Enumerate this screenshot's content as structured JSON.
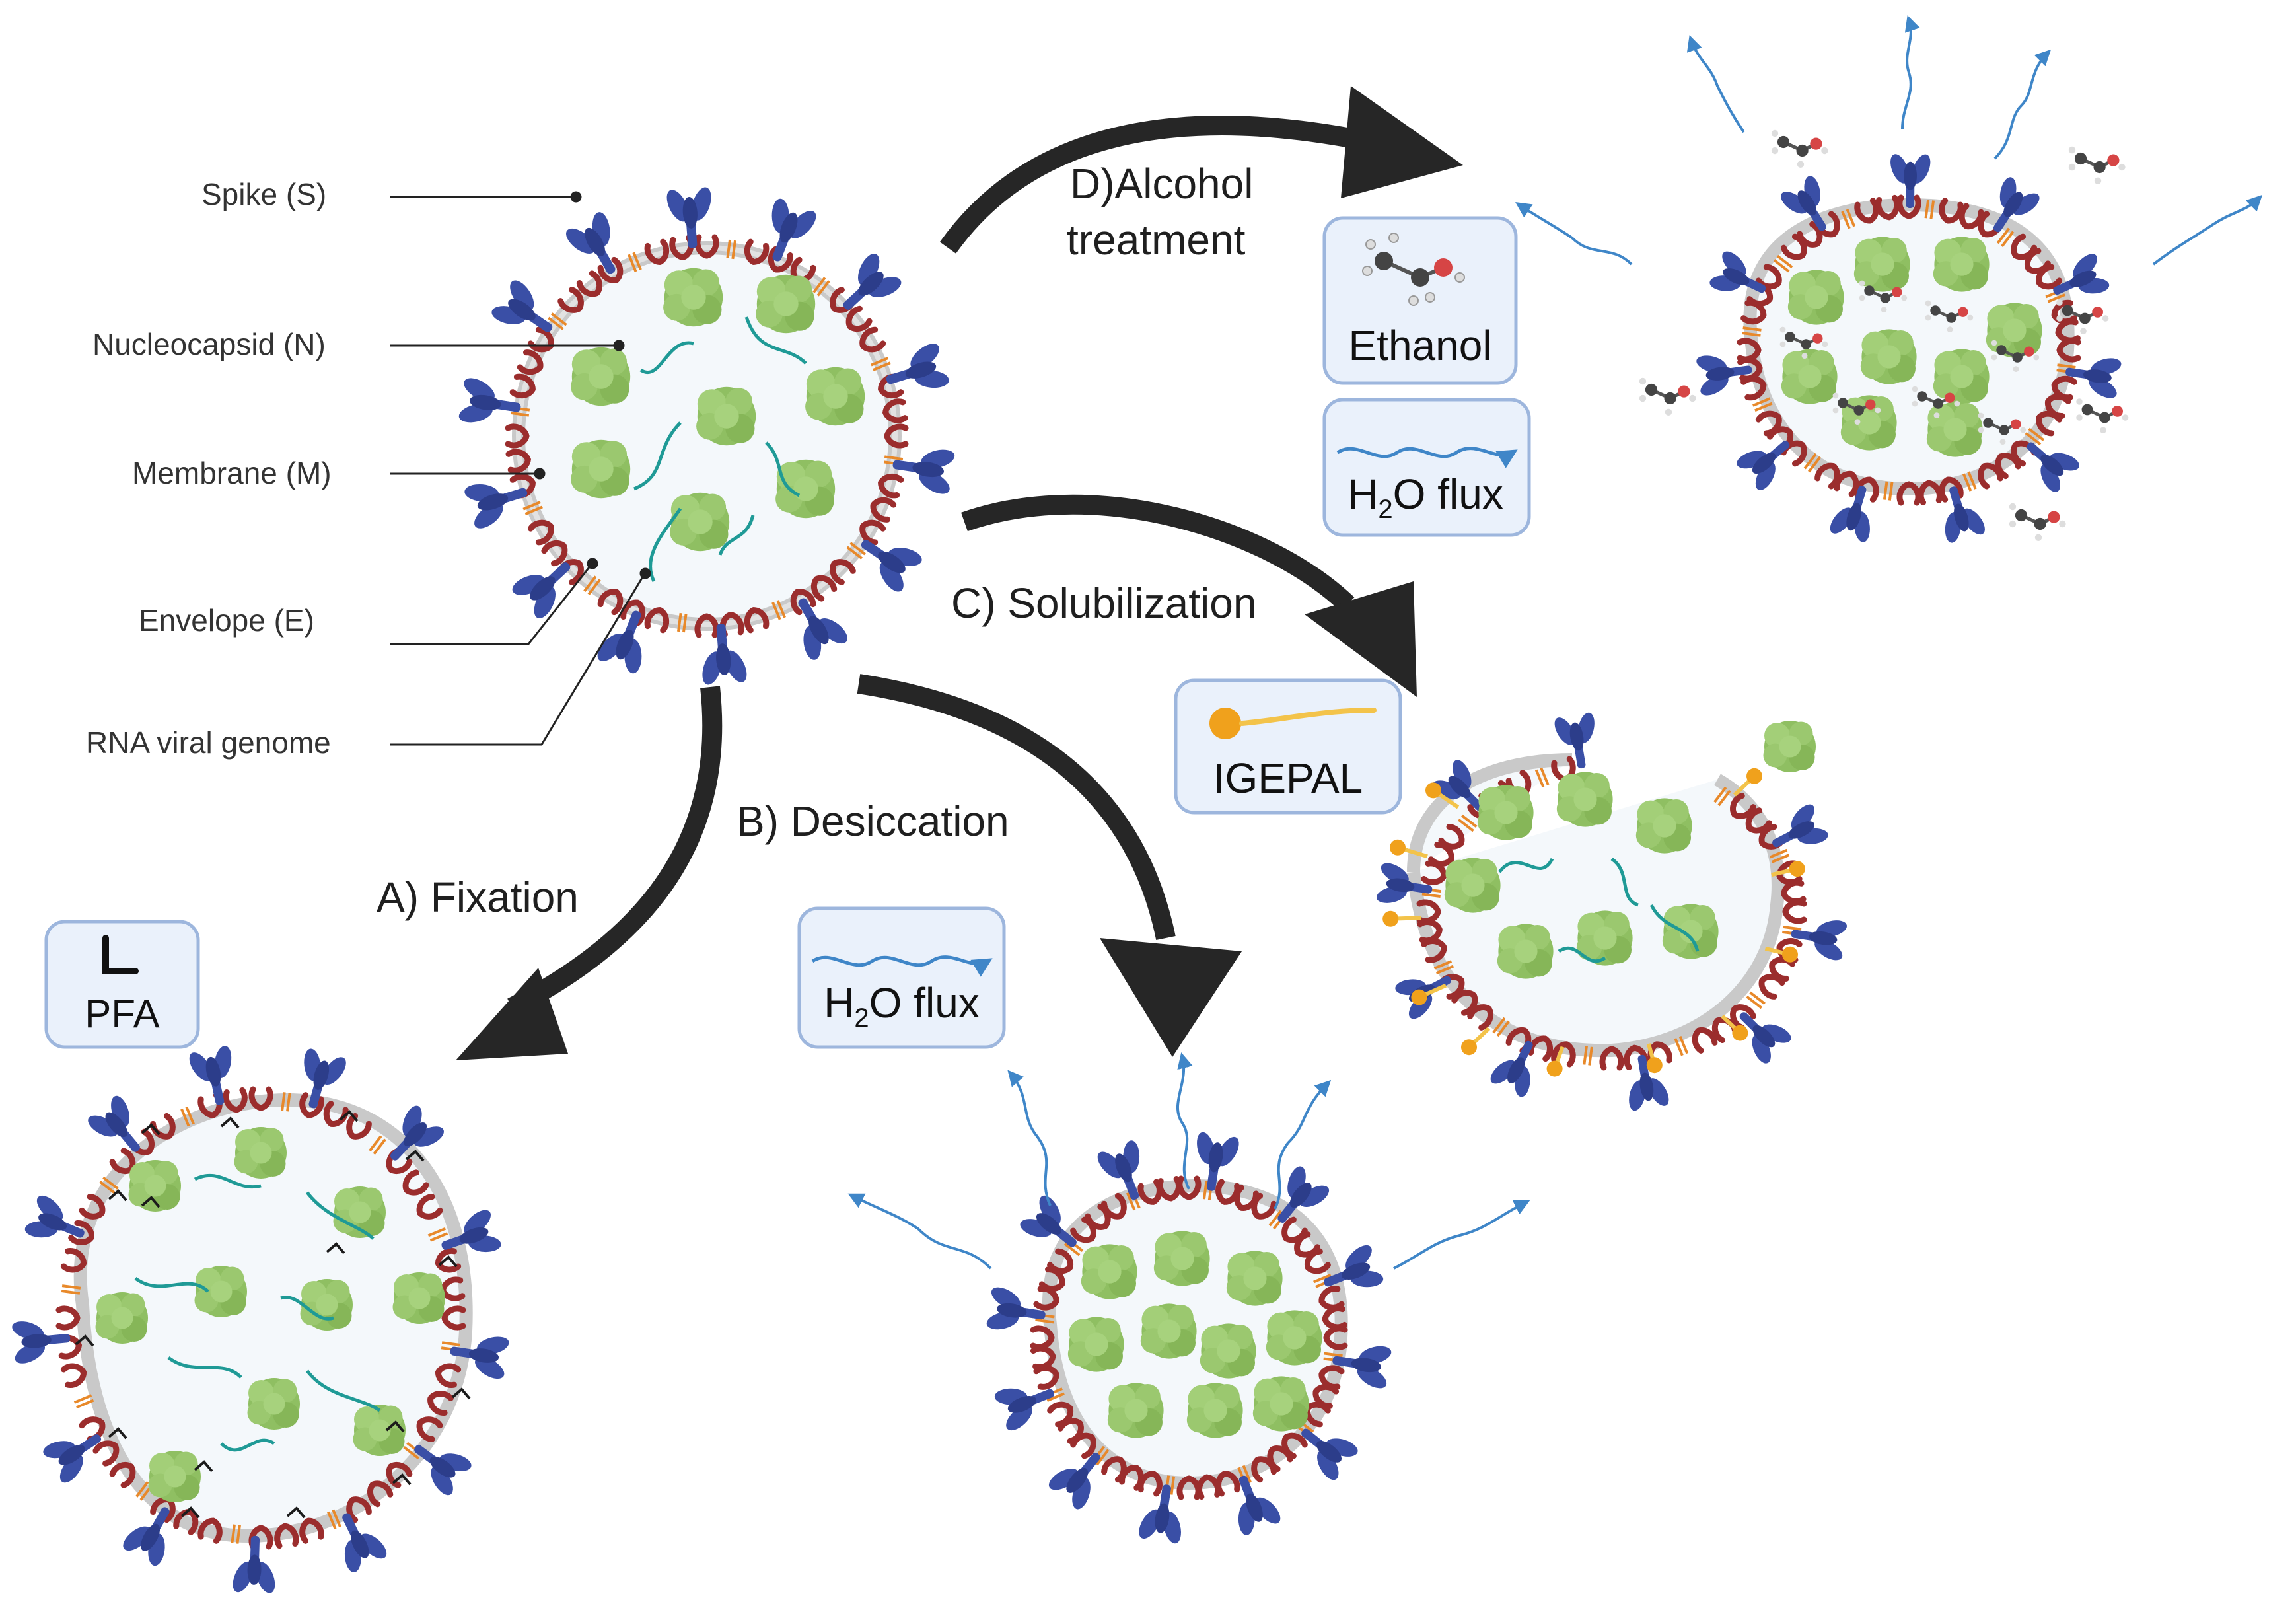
{
  "labels": {
    "spike": "Spike (S)",
    "nucleocapsid": "Nucleocapsid (N)",
    "membrane": "Membrane (M)",
    "envelope": "Envelope (E)",
    "rna": "RNA viral genome"
  },
  "steps": {
    "a": "A) Fixation",
    "b": "B) Desiccation",
    "c": "C) Solubilization",
    "d_line1": "D)Alcohol",
    "d_line2": "treatment"
  },
  "reagents": {
    "pfa": "PFA",
    "h2o_prefix": "H",
    "h2o_sub": "2",
    "h2o_suffix": "O flux",
    "igepal": "IGEPAL",
    "ethanol": "Ethanol"
  },
  "colors": {
    "spike": "#3a4fa6",
    "membrane_protein": "#9b2d2d",
    "envelope_protein": "#e8892a",
    "nucleocapsid": "#93c26a",
    "rna": "#1f9a96",
    "arrow": "#262626",
    "water": "#3f86c8",
    "surfactant": "#f0a11c",
    "box_fill": "#eaf1fb",
    "box_stroke": "#9db6dd"
  }
}
